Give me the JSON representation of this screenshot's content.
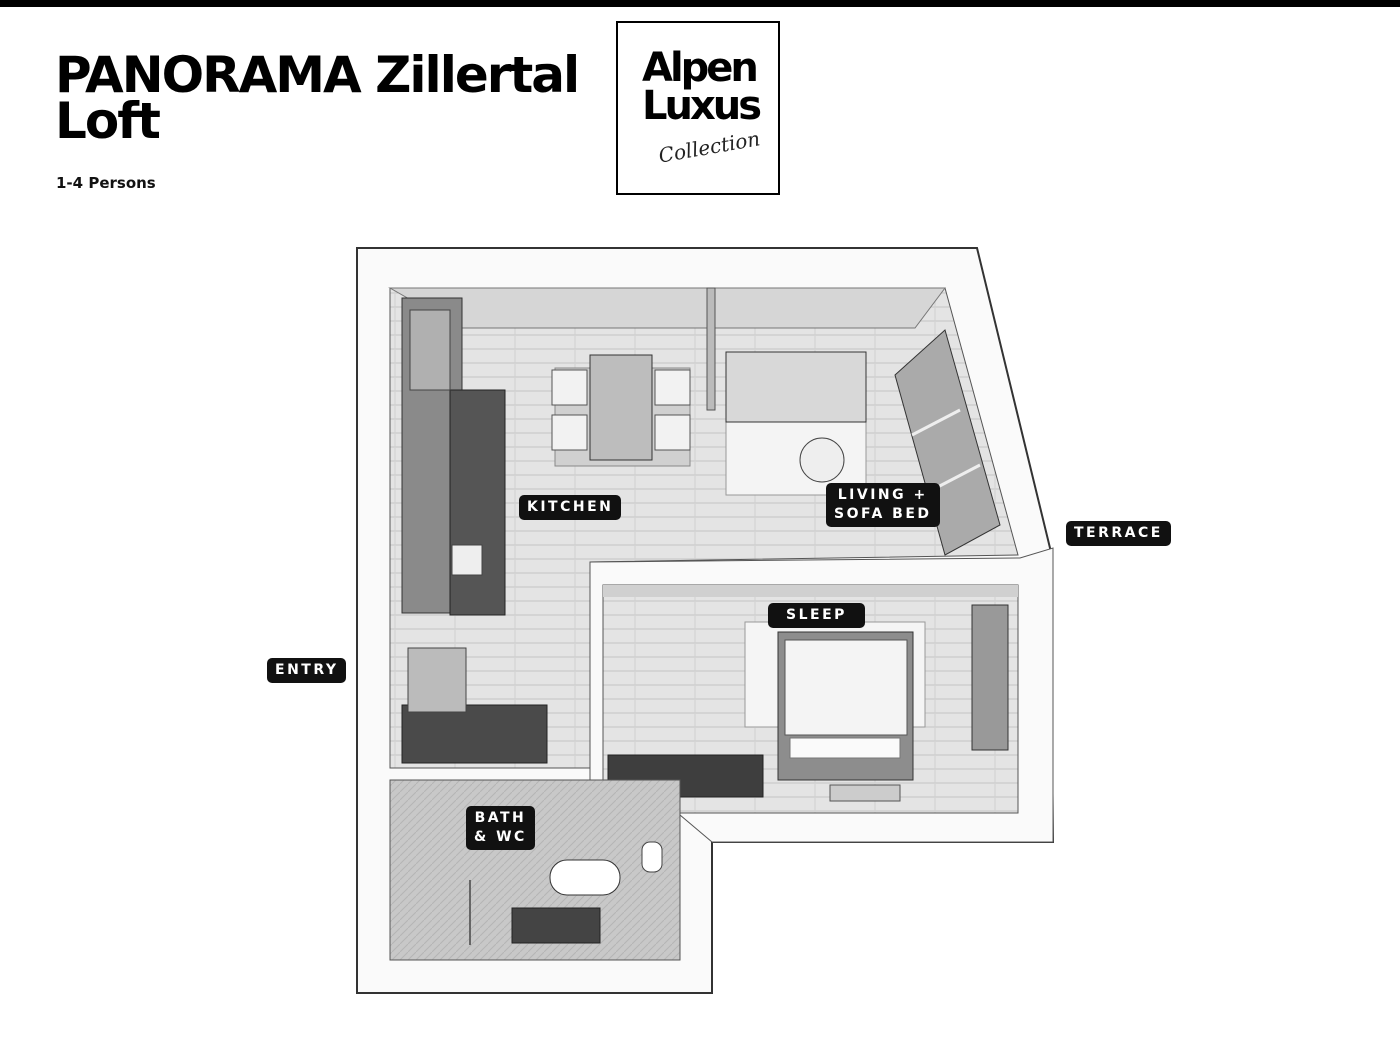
{
  "header": {
    "title_line1": "PANORAMA Zillertal",
    "title_line2": "Loft",
    "persons": "1-4 Persons"
  },
  "logo": {
    "line1": "Alpen",
    "line2": "Luxus",
    "line3": "Collection"
  },
  "rooms": {
    "kitchen": "KITCHEN",
    "living_line1": "LIVING +",
    "living_line2": "SOFA BED",
    "terrace": "TERRACE",
    "sleep": "SLEEP",
    "entry": "ENTRY",
    "bath_line1": "BATH",
    "bath_line2": "& WC"
  }
}
